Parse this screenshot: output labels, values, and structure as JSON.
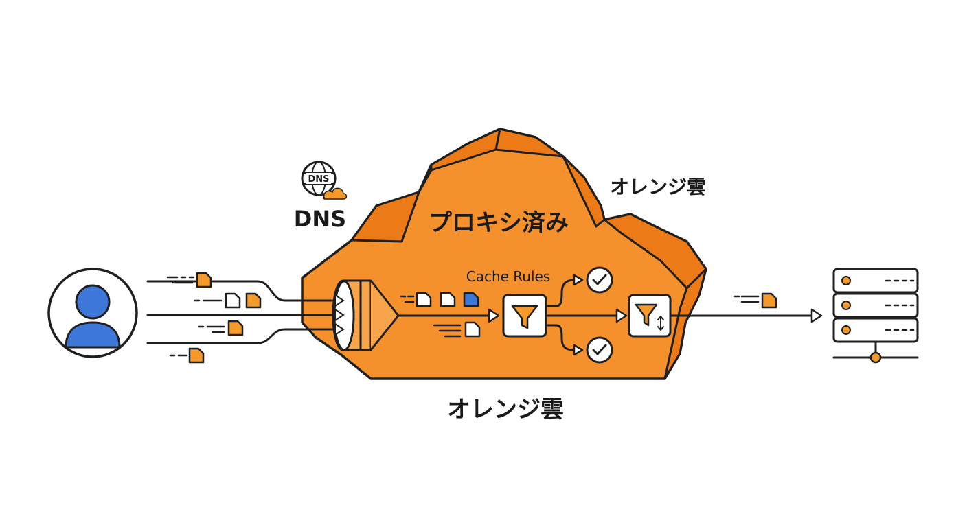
{
  "labels": {
    "dns": "DNS",
    "dns_icon_text": "DNS",
    "cloud_title": "プロキシ済み",
    "cloud_label_top": "オレンジ雲",
    "cloud_label_bottom": "オレンジ雲",
    "cache_rules": "Cache Rules"
  },
  "colors": {
    "cloud_fill": "#f5912c",
    "cloud_top": "#ec7a16",
    "outline": "#1f1f1f",
    "user_blue": "#3d78d8",
    "file_orange": "#f39a2a"
  },
  "icons": {
    "user": "user-avatar-icon",
    "dns": "dns-globe-cloud-icon",
    "funnel": "filter-funnel-icon",
    "funnel_sort": "filter-sort-icon",
    "check": "check-circle-icon",
    "server": "server-rack-icon",
    "gateway": "proxy-gateway-icon",
    "file": "document-icon"
  }
}
